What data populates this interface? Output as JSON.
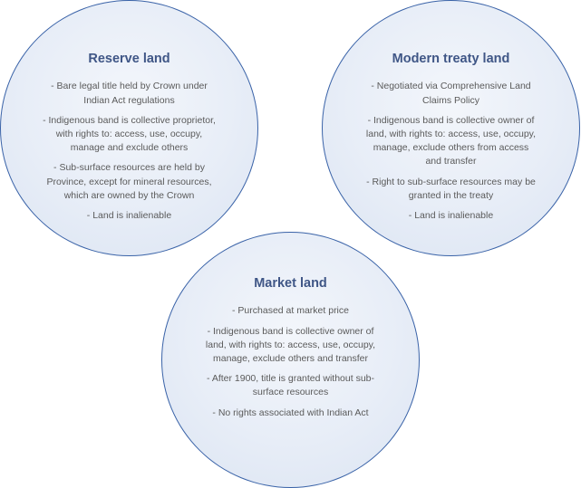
{
  "circles": {
    "reserve": {
      "title": "Reserve land",
      "bullets": [
        "- Bare legal title held by Crown under Indian Act regulations",
        "- Indigenous band is collective proprietor, with rights to: access, use, occupy, manage and exclude others",
        "- Sub-surface resources are held by Province, except for mineral resources, which are owned by the Crown",
        "- Land is inalienable"
      ]
    },
    "modern": {
      "title": "Modern treaty land",
      "bullets": [
        "- Negotiated via Comprehensive Land Claims Policy",
        "- Indigenous band is collective owner of land, with rights to: access, use, occupy, manage, exclude others from access and transfer",
        "- Right to sub-surface resources may be granted in the treaty",
        "- Land is inalienable"
      ]
    },
    "market": {
      "title": "Market land",
      "bullets": [
        "- Purchased at market price",
        "- Indigenous band is collective owner of land, with rights to: access, use, occupy, manage, exclude others and transfer",
        "- After 1900, title is granted without sub-surface resources",
        "- No rights associated with Indian Act"
      ]
    }
  }
}
